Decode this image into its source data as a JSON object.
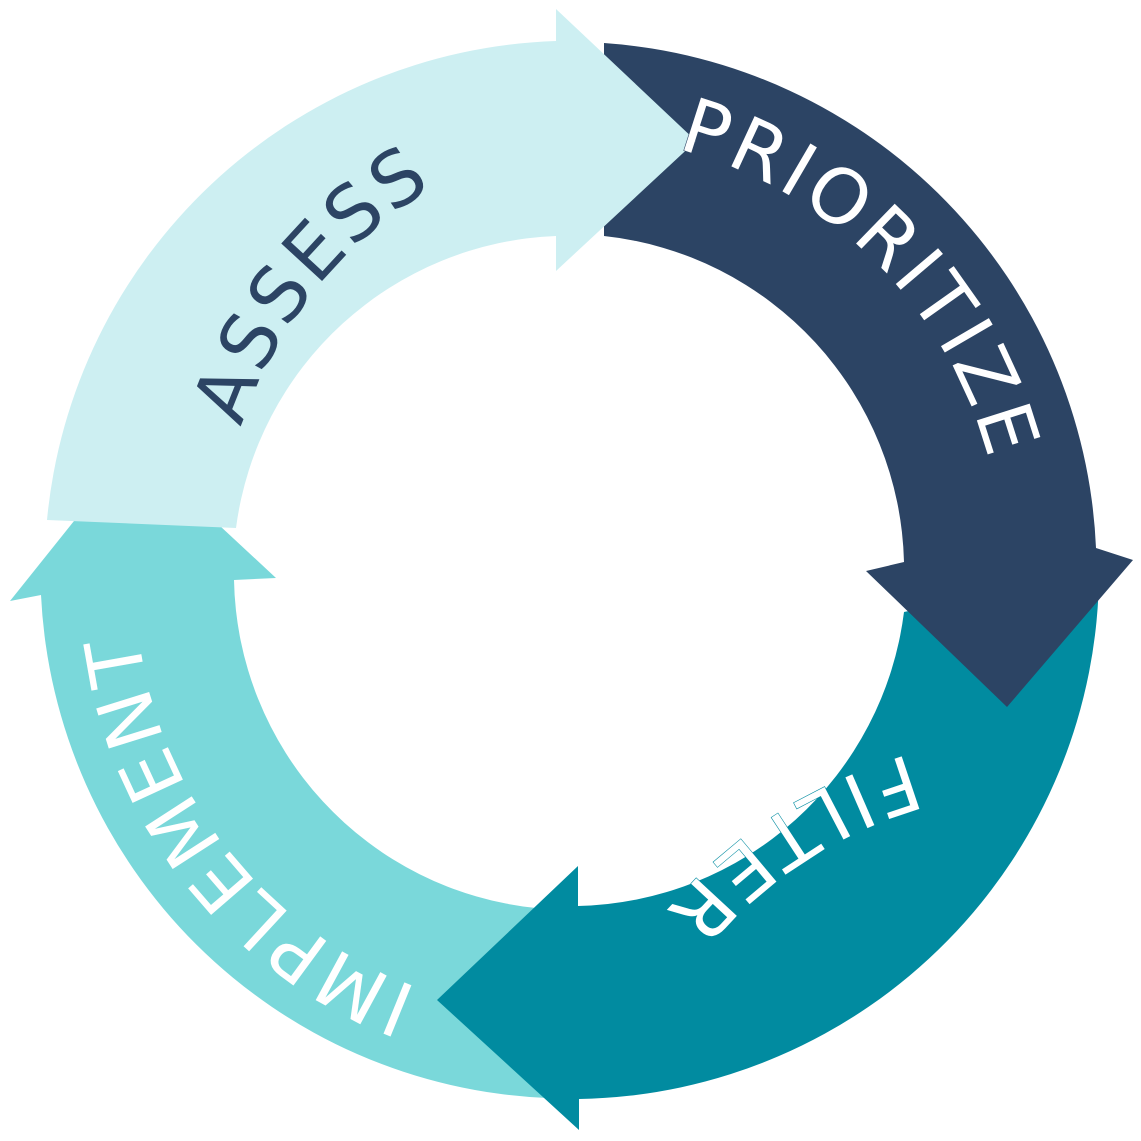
{
  "diagram": {
    "type": "cycle",
    "stages": [
      {
        "id": "assess",
        "label": "ASSESS",
        "color": "#CDEFF2",
        "text_color": "#2C4464"
      },
      {
        "id": "prioritize",
        "label": "PRIORITIZE",
        "color": "#2C4464",
        "text_color": "#FFFFFF"
      },
      {
        "id": "filter",
        "label": "FILTER",
        "color": "#018BA0",
        "text_color": "#FFFFFF"
      },
      {
        "id": "implement",
        "label": "IMPLEMENT",
        "color": "#7AD8DA",
        "text_color": "#FFFFFF"
      }
    ],
    "flow": [
      {
        "from": "assess",
        "to": "prioritize",
        "arrow": "arrow-right-icon"
      },
      {
        "from": "prioritize",
        "to": "filter",
        "arrow": "arrow-down-icon"
      },
      {
        "from": "filter",
        "to": "implement",
        "arrow": "arrow-left-icon"
      },
      {
        "from": "implement",
        "to": "assess",
        "arrow": "arrow-up-icon"
      }
    ]
  }
}
